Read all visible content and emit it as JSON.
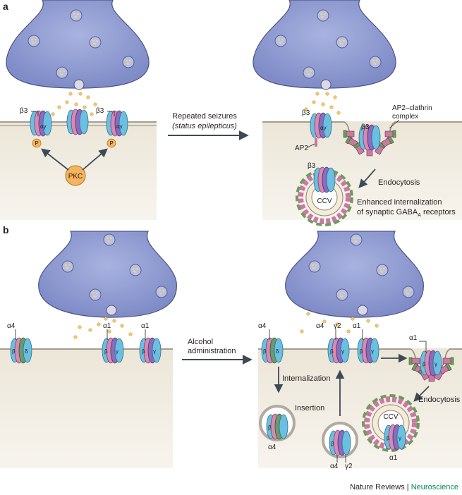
{
  "panel_a": {
    "letter": "a",
    "arrow_text": "Repeated seizures",
    "arrow_subtext": "(status epilepticus)",
    "beta3_left": "β3",
    "beta3_right": "β3",
    "alpha_gamma": "αγ",
    "p_label": "P",
    "pkc_label": "PKC",
    "right_beta3_top": "β3",
    "ap2_label": "AP2",
    "ap2_clathrin_line1": "AP2–clathrin",
    "ap2_clathrin_line2": "complex",
    "pit_beta3": "β3",
    "vesicle_beta3": "β3",
    "ccv_label": "CCV",
    "endocytosis": "Endocytosis",
    "enhanced_line1": "Enhanced internalization",
    "enhanced_line2_pre": "of synaptic GABA",
    "enhanced_sub": "A",
    "enhanced_line2_post": " receptors"
  },
  "panel_b": {
    "letter": "b",
    "arrow_text_line1": "Alcohol",
    "arrow_text_line2": "administration",
    "left_alpha4": "α4",
    "left_alpha1_a": "α1",
    "left_alpha1_b": "α1",
    "beta": "β",
    "delta": "δ",
    "gamma": "γ",
    "right_alpha4": "α4",
    "right_alpha4_b": "α4",
    "right_gamma2": "γ2",
    "right_alpha1": "α1",
    "right_alpha1_b": "α1",
    "internalization": "Internalization",
    "insertion": "Insertion",
    "endocytosis": "Endocytosis",
    "ccv_label": "CCV",
    "bottom_alpha4": "α4",
    "bottom_alpha4_b": "α4",
    "bottom_gamma2": "γ2",
    "bottom_alpha1": "α1"
  },
  "credit": {
    "journal": "Nature Reviews",
    "separator": " | ",
    "section": "Neuroscience"
  },
  "colors": {
    "terminal": "#8e9bd1",
    "membrane_fill": "#f1ede3",
    "receptor_blue": "#6bbfe0",
    "receptor_purple": "#8a6bbd",
    "receptor_pink": "#d58ab3",
    "receptor_green": "#6c9a6c",
    "pkc": "#f5b45d",
    "clathrin_green": "#6a9e5a",
    "clathrin_pink": "#c979a2",
    "neuroscience_green": "#00855c"
  }
}
